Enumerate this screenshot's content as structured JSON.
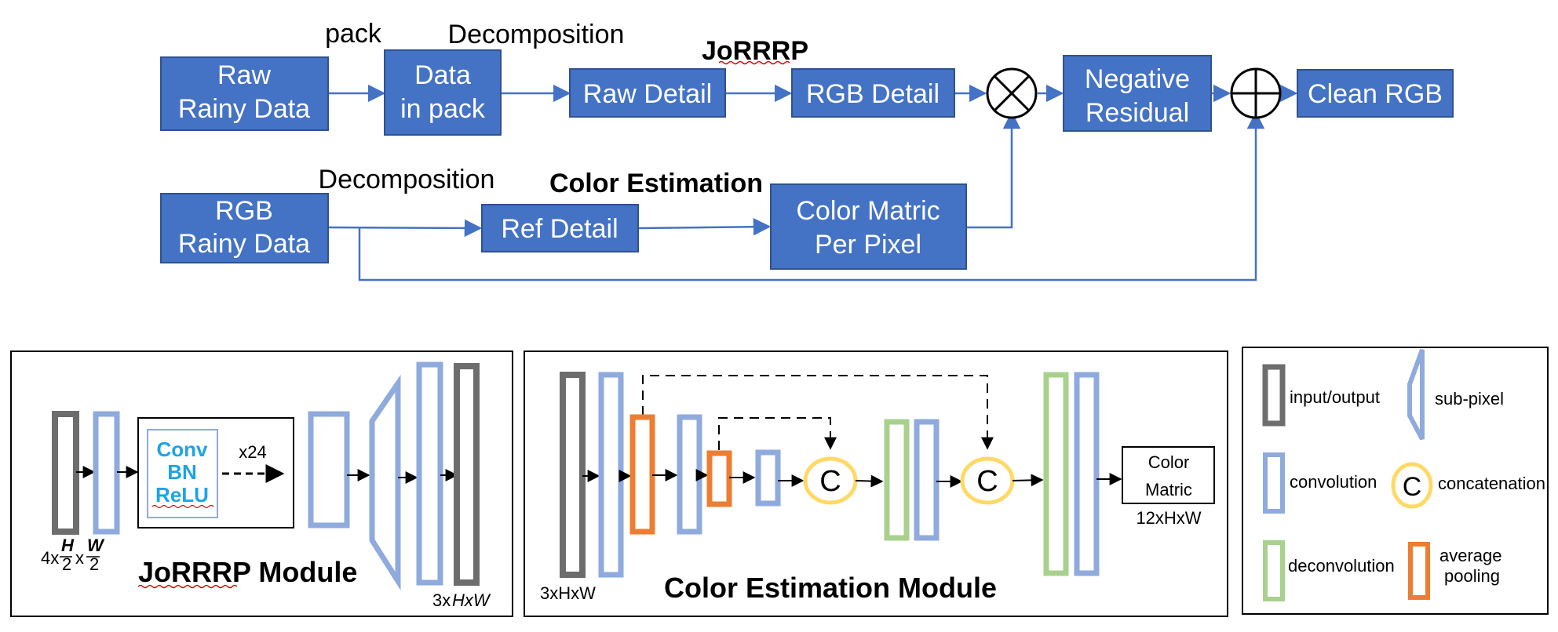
{
  "colors": {
    "box_blue": "#4472c4",
    "box_border": "#2f528f",
    "conv_blue": "#8faadc",
    "io_gray": "#6d6d6d",
    "deconv_green": "#a9d18e",
    "pool_orange": "#ed7d31",
    "concat_yellow": "#ffd966",
    "conv_text": "#1ea3e6"
  },
  "pipeline": {
    "raw_rainy": [
      "Raw",
      "Rainy Data"
    ],
    "data_in_pack": [
      "Data",
      "in pack"
    ],
    "raw_detail": "Raw Detail",
    "rgb_detail": "RGB Detail",
    "negative_residual": [
      "Negative",
      "Residual"
    ],
    "clean_rgb": "Clean RGB",
    "rgb_rainy": [
      "RGB",
      "Rainy Data"
    ],
    "ref_detail": "Ref Detail",
    "color_matric_pp": [
      "Color Matric",
      "Per Pixel"
    ],
    "label_pack": "pack",
    "label_decomp_top": "Decomposition",
    "label_jorrrp": "JoRRRP",
    "label_decomp_bottom": "Decomposition",
    "label_color_est": "Color Estimation"
  },
  "jorrrp_module": {
    "title_part1": "JoRRRP",
    "title_part2": " Module",
    "block_conv": "Conv",
    "block_bn": "BN",
    "block_relu": "ReLU",
    "repeat": "x24",
    "input_dim_prefix": "4x",
    "input_dim_h": "H",
    "input_dim_w": "W",
    "input_dim_x": "x",
    "input_dim_den": "2",
    "output_dim_prefix": "3x",
    "output_dim_suffix": "HxW"
  },
  "color_module": {
    "title": "Color Estimation Module",
    "input_dim": "3xHxW",
    "concat_letter": "C",
    "output_label": [
      "Color",
      "Matric"
    ],
    "output_dim": "12xHxW"
  },
  "legend": {
    "io": "input/output",
    "subpixel": "sub-pixel",
    "conv": "convolution",
    "concat": "concatenation",
    "concat_letter": "C",
    "deconv": "deconvolution",
    "pool": [
      "average",
      "pooling"
    ]
  }
}
